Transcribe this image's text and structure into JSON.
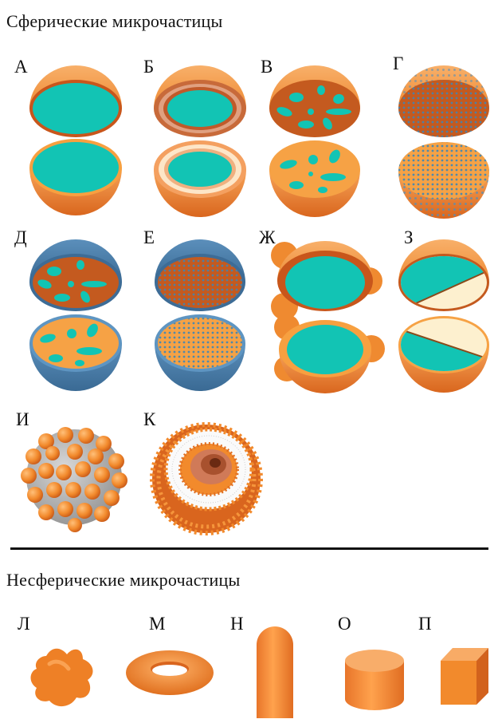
{
  "titles": {
    "spherical": "Сферические микрочастицы",
    "nonspherical": "Несферические микрочастицы"
  },
  "labels": {
    "a": "А",
    "b": "Б",
    "v": "В",
    "g": "Г",
    "d": "Д",
    "e": "Е",
    "zh": "Ж",
    "z": "З",
    "i": "И",
    "k": "К",
    "l": "Л",
    "m": "М",
    "n": "Н",
    "o": "О",
    "p": "П"
  },
  "colors": {
    "shell": "#f2892a",
    "shell_light": "#f7a85a",
    "shell_dark": "#c8561b",
    "cut_dark": "#c45a1f",
    "core": "#12c4b4",
    "blue_shell": "#4a7da8",
    "cream": "#fdf0cf"
  }
}
